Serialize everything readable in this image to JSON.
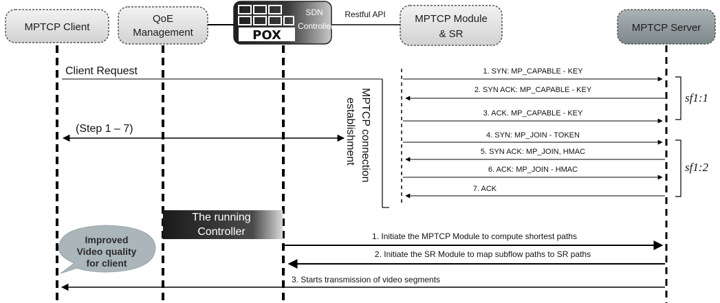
{
  "entities": {
    "client": "MPTCP Client",
    "qoe_line1": "QoE",
    "qoe_line2": "Management",
    "sdn_line1": "SDN",
    "sdn_line2": "Controller",
    "pox_logo": "POX",
    "module_line1": "MPTCP Module",
    "module_line2": "& SR",
    "server": "MPTCP Server"
  },
  "api_label": "Restful API",
  "client_request": "Client Request",
  "steps_label": "(Step 1 – 7)",
  "connection_line1": "MPTCP connection",
  "connection_line2": "establishment",
  "handshake": [
    "1. SYN: MP_CAPABLE - KEY",
    "2. SYN ACK: MP_CAPABLE - KEY",
    "3. ACK. MP_CAPABLE - KEY",
    "4. SYN: MP_JOIN - TOKEN",
    "5. SYN ACK: MP_JOIN, HMAC",
    "6. ACK: MP_JOIN - HMAC",
    "7. ACK"
  ],
  "subflows": [
    "sf1:1",
    "sf1:2"
  ],
  "running_line1": "The running",
  "running_line2": "Controller",
  "bubble": [
    "Improved",
    "Video quality",
    "for client"
  ],
  "control_msgs": [
    "1. Initiate the MPTCP Module to compute shortest paths",
    "2. Initiate the SR Module to map subflow paths to SR paths",
    "3. Starts transmission of video segments"
  ],
  "colors": {
    "box_fill": "#e2e2e2",
    "server_fill": "#8f9a9e",
    "line": "#000000"
  }
}
